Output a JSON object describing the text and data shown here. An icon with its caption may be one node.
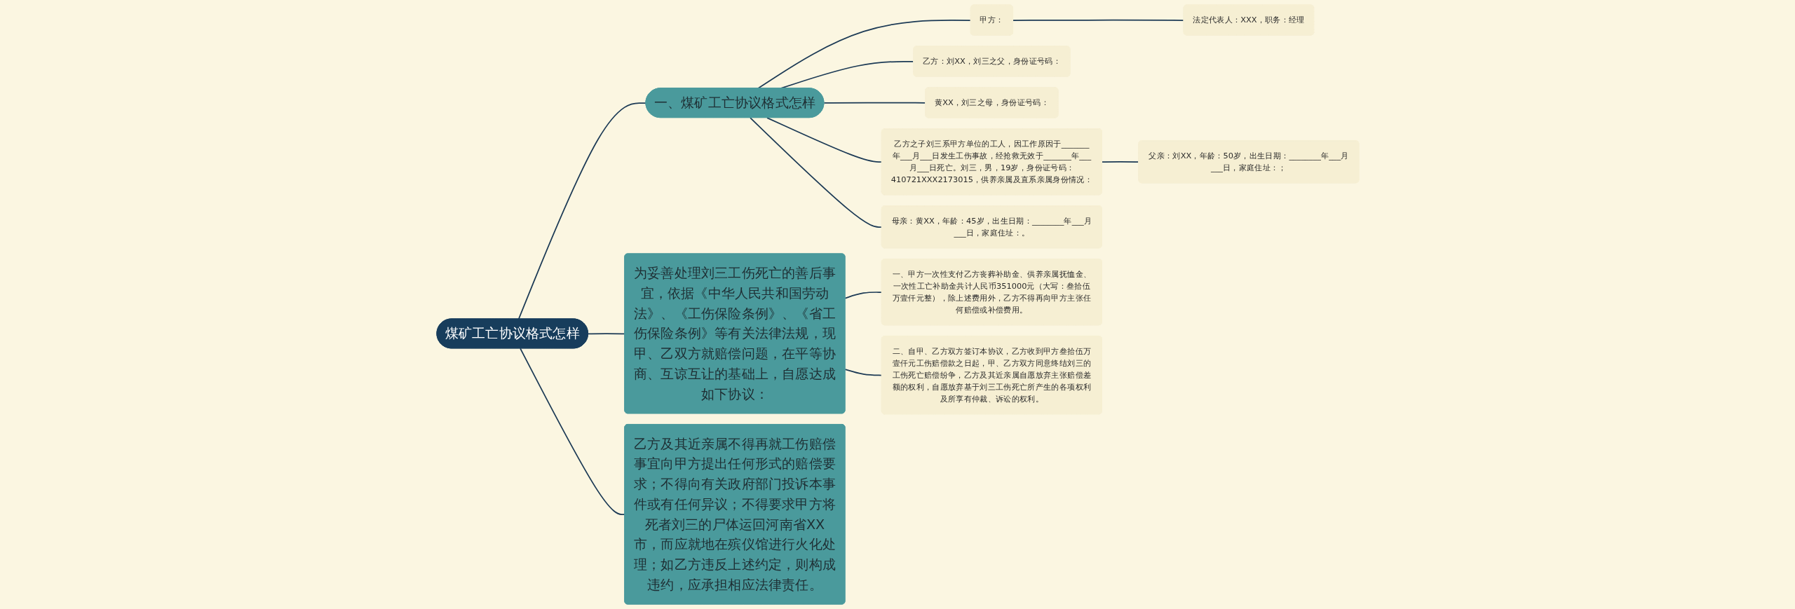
{
  "diagram": {
    "nodes": [
      {
        "text": [
          "煤矿工亡协议格式怎样"
        ]
      },
      {
        "text": [
          "一、煤矿工亡协议格式怎样"
        ]
      },
      {
        "text": [
          "甲方："
        ]
      },
      {
        "text": [
          "法定代表人：XXX，职务：经理"
        ]
      },
      {
        "text": [
          "乙方：刘XX，刘三之父，身份证号码："
        ]
      },
      {
        "text": [
          "黄XX，刘三之母，身份证号码："
        ]
      },
      {
        "text": [
          "乙方之子刘三系甲方单位的工人，因工作原因于_______年___月___日发生工伤事故，经抢救无效于_______年___月___日死亡。刘三，男，19岁，身份证号码：410721XXX2173015，供养亲属及直系亲属身份情况："
        ]
      },
      {
        "text": [
          "父亲：刘XX，年龄：50岁，出生日期：________年___月___日，家庭住址：；"
        ]
      },
      {
        "text": [
          "母亲：黄XX，年龄：45岁，出生日期：________年___月___日，家庭住址：。"
        ]
      },
      {
        "text": [
          "为妥善处理刘三工伤死亡的善后事宜，依据《中华人民共和国劳动法》、《工伤保险条例》、《省工伤保险条例》等有关法律法规，现甲、乙双方就赔偿问题，在平等协商、互谅互让的基础上，自愿达成如下协议："
        ]
      },
      {
        "text": [
          "一、甲方一次性支付乙方丧葬补助金、供养亲属抚恤金、一次性工亡补助金共计人民币351000元（大写：叁拾伍万壹仟元整），除上述费用外，乙方不得再向甲方主张任何赔偿或补偿费用。"
        ]
      },
      {
        "text": [
          "二、自甲、乙方双方签订本协议，乙方收到甲方叁拾伍万壹仟元工伤赔偿款之日起，甲、乙方双方同意终结刘三的工伤死亡赔偿纷争，乙方及其近亲属自愿放弃主张赔偿差额的权利，自愿放弃基于刘三工伤死亡所产生的各项权利及所享有仲裁、诉讼的权利。"
        ]
      },
      {
        "text": [
          "乙方及其近亲属不得再就工伤赔偿事宜向甲方提出任何形式的赔偿要求；不得向有关政府部门投诉本事件或有任何异议；不得要求甲方将死者刘三的尸体运回河南省XX市，而应就地在殡仪馆进行火化处理；如乙方违反上述约定，则构成违约，应承担相应法律责任。"
        ]
      }
    ],
    "edges": [
      {
        "from": 0,
        "to": 1,
        "arrow": "none"
      },
      {
        "from": 1,
        "to": 2,
        "arrow": "none"
      },
      {
        "from": 2,
        "to": 3,
        "arrow": "none"
      },
      {
        "from": 1,
        "to": 4,
        "arrow": "none"
      },
      {
        "from": 1,
        "to": 5,
        "arrow": "none"
      },
      {
        "from": 1,
        "to": 6,
        "arrow": "none"
      },
      {
        "from": 6,
        "to": 7,
        "arrow": "none"
      },
      {
        "from": 1,
        "to": 8,
        "arrow": "none"
      },
      {
        "from": 0,
        "to": 9,
        "arrow": "none"
      },
      {
        "from": 9,
        "to": 10,
        "arrow": "none"
      },
      {
        "from": 9,
        "to": 11,
        "arrow": "none"
      },
      {
        "from": 0,
        "to": 12,
        "arrow": "none"
      }
    ]
  }
}
